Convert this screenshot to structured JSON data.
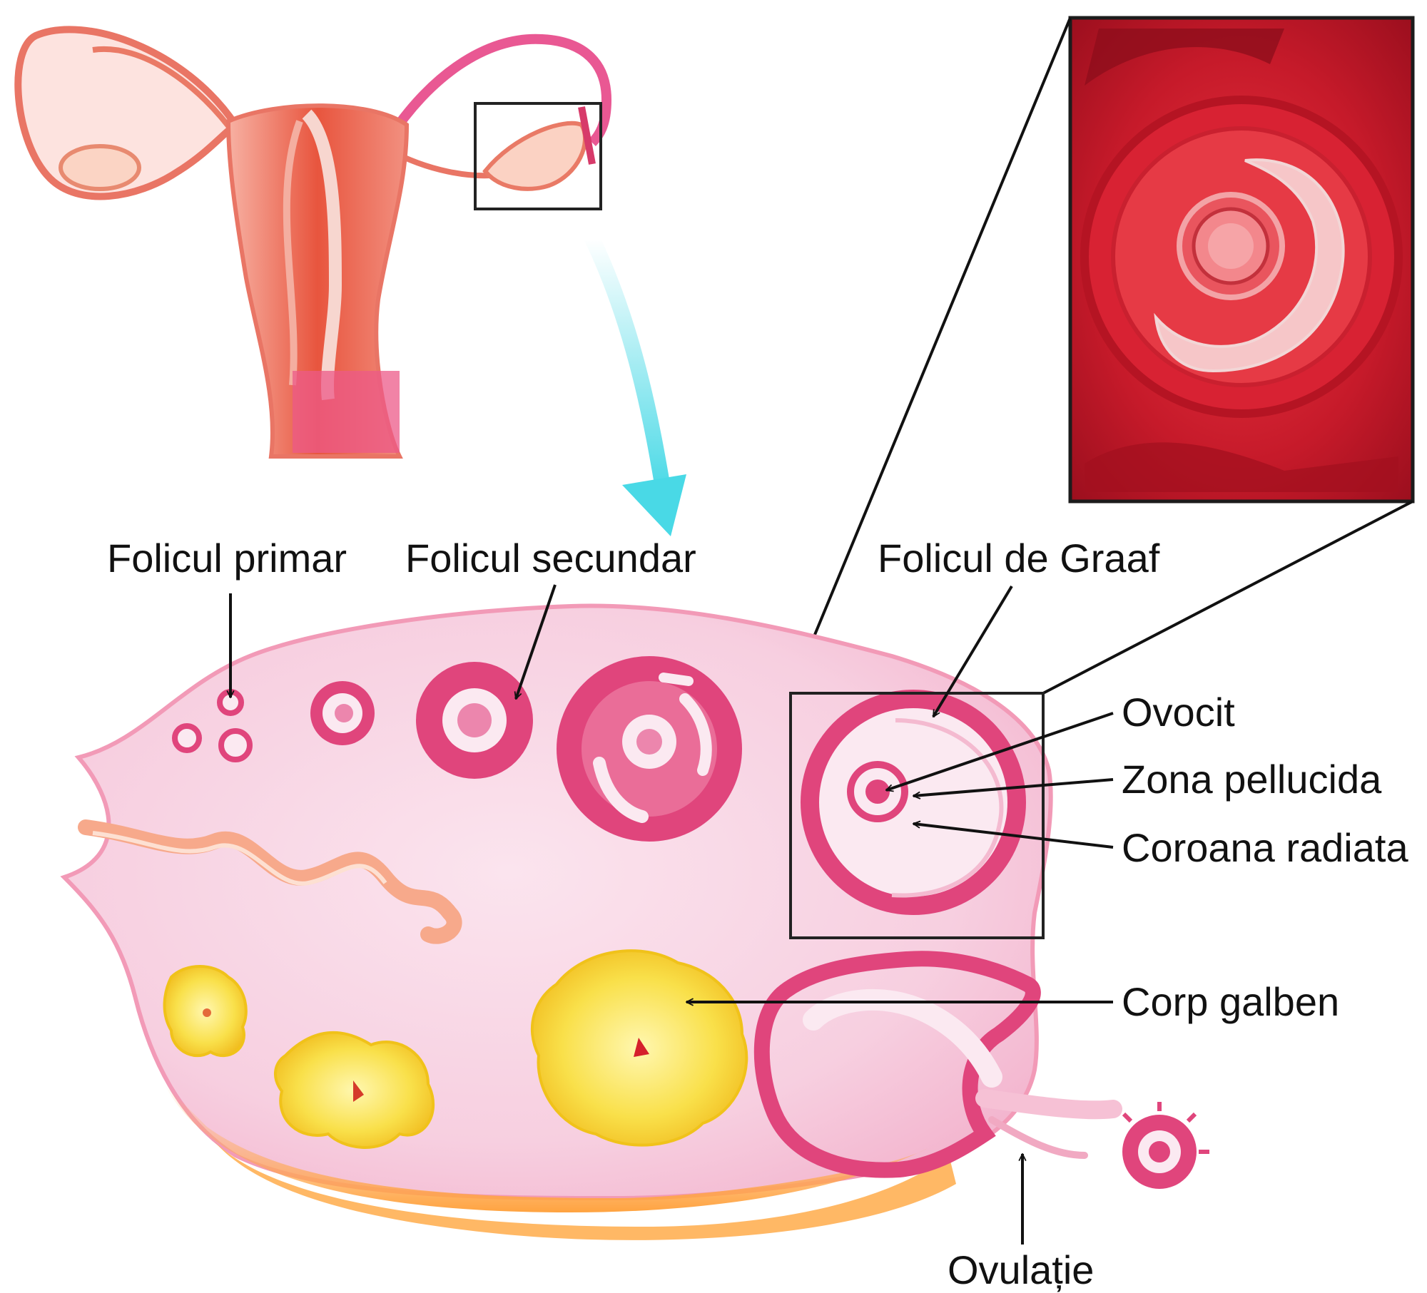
{
  "labels": {
    "folicul_primar": "Folicul primar",
    "folicul_secundar": "Folicul secundar",
    "folicul_de_graaf": "Folicul de Graaf",
    "ovocit": "Ovocit",
    "zona_pellucida": "Zona pellucida",
    "coroana_radiata": "Coroana radiata",
    "corp_galben": "Corp galben",
    "ovulatie": "Ovulație"
  },
  "colors": {
    "ovary_fill": "#f9d3e2",
    "ovary_outline": "#ef8aa8",
    "follicle_pink": "#e0457c",
    "corpus_luteum": "#f5d21e",
    "uterus": "#ec6f5c",
    "zoom_arrow": "#49d9e6",
    "micrograph": "#c8182c"
  }
}
